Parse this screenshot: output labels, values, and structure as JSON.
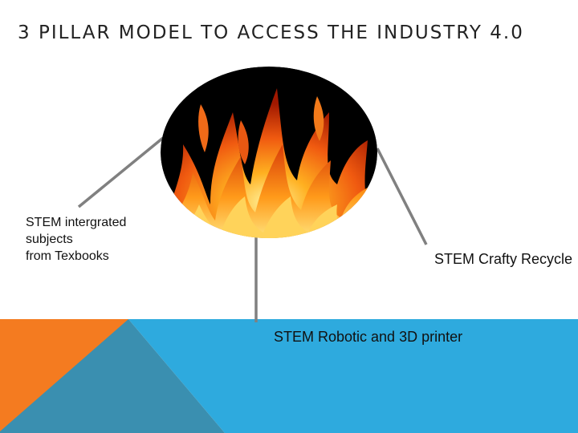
{
  "title": "3 PILLAR MODEL TO ACCESS THE INDUSTRY 4.0",
  "center_image": {
    "icon": "fire-image",
    "background_color": "#000000"
  },
  "pillars": {
    "left": {
      "line1": "STEM intergrated",
      "line2": "subjects",
      "line3": "from Texbooks"
    },
    "right": {
      "label": "STEM Crafty Recycle"
    },
    "bottom": {
      "label": "STEM Robotic and 3D printer"
    }
  },
  "colors": {
    "connector": "#808080",
    "orange_block": "#F47B20",
    "dark_blue_block": "#3A8FB0",
    "light_blue_block": "#2EAADE"
  }
}
